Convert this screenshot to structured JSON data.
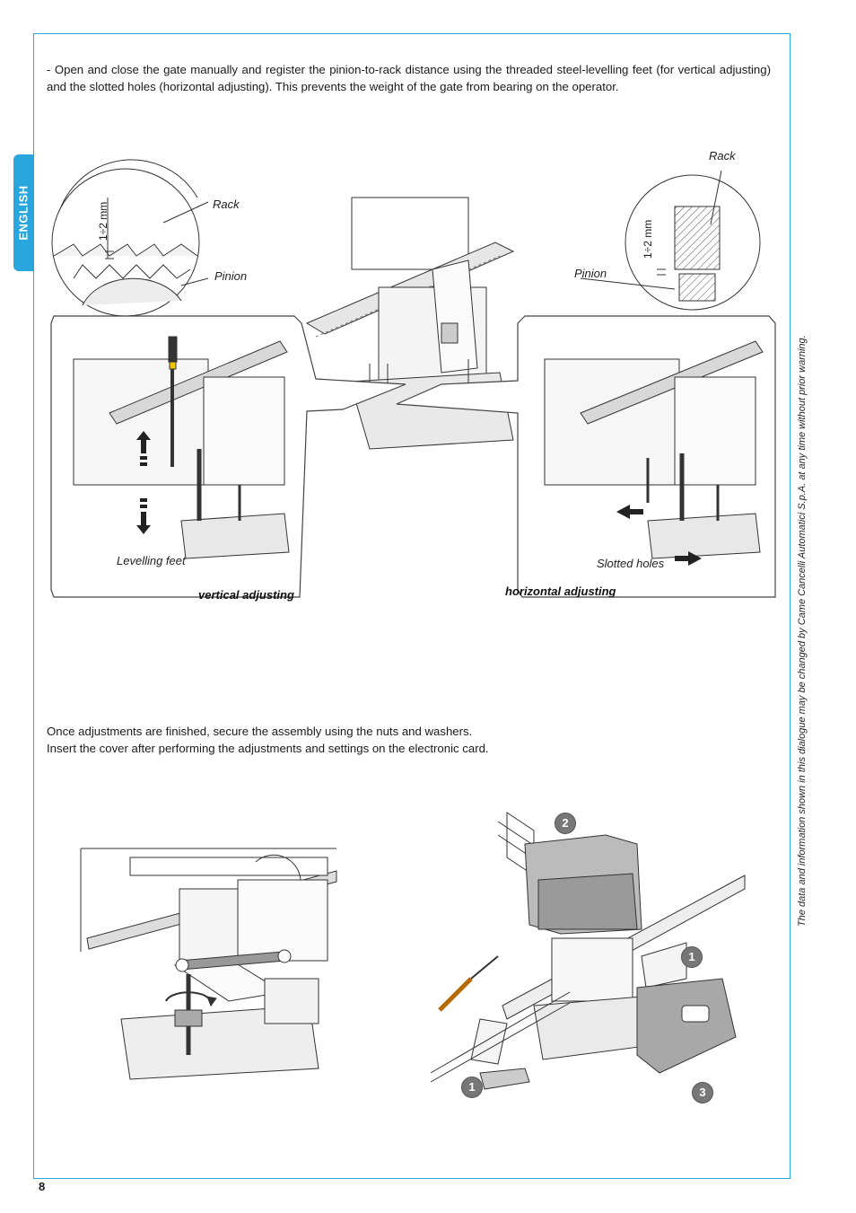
{
  "page": {
    "language_tab": "ENGLISH",
    "page_number": "8",
    "side_note": "The data and information shown in this dialogue may be changed by Came Cancelli Automatici S.p.A. at any time without prior warning."
  },
  "intro_text": "- Open and close the gate manually and register the pinion-to-rack distance using the threaded steel-levelling feet (for vertical adjusting) and the slotted holes (horizontal adjusting). This prevents the weight of the gate from bearing on the operator.",
  "figure_top": {
    "left_detail": {
      "dimension": "1÷2 mm",
      "rack_label": "Rack",
      "pinion_label": "Pinion"
    },
    "right_detail": {
      "dimension": "1÷2 mm",
      "rack_label": "Rack",
      "pinion_label": "Pinion"
    },
    "levelling_label": "Levelling feet",
    "slotted_label": "Slotted holes",
    "caption_left": "vertical adjusting",
    "caption_right": "horizontal adjusting"
  },
  "note_lines": [
    "Once adjustments are finished, secure the assembly using the nuts and washers.",
    "Insert the cover after performing the adjustments and settings on the electronic card."
  ],
  "figure_bottom": {
    "badges": [
      "2",
      "1",
      "1",
      "3"
    ]
  },
  "colors": {
    "accent": "#2aa6df",
    "badge": "#777777"
  }
}
